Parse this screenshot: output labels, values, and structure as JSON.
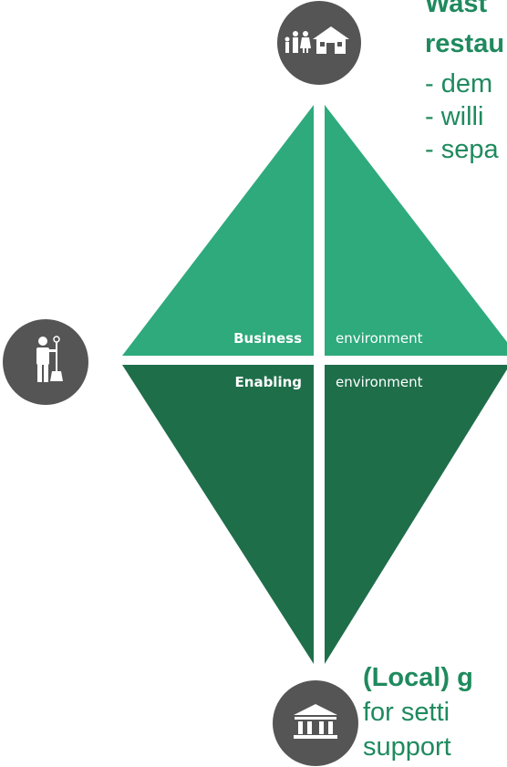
{
  "top_text": {
    "heading_line1": "Wast",
    "heading_line2": "restau",
    "bullets": [
      "- dem",
      "- willi",
      "- sepa"
    ]
  },
  "bottom_text": {
    "heading": "(Local) g",
    "line1": "for setti",
    "line2": "support"
  },
  "diamond": {
    "top_left_label": "Business",
    "top_right_label": "environment",
    "bottom_left_label": "Enabling",
    "bottom_right_label": "environment"
  },
  "icons": {
    "top": "family-house-icon",
    "left": "waste-worker-icon",
    "bottom": "government-building-icon"
  },
  "colors": {
    "light_green": "#2eaa7c",
    "dark_green": "#1e6e4a",
    "icon_circle": "#555555",
    "text_green": "#1f8a5e"
  }
}
